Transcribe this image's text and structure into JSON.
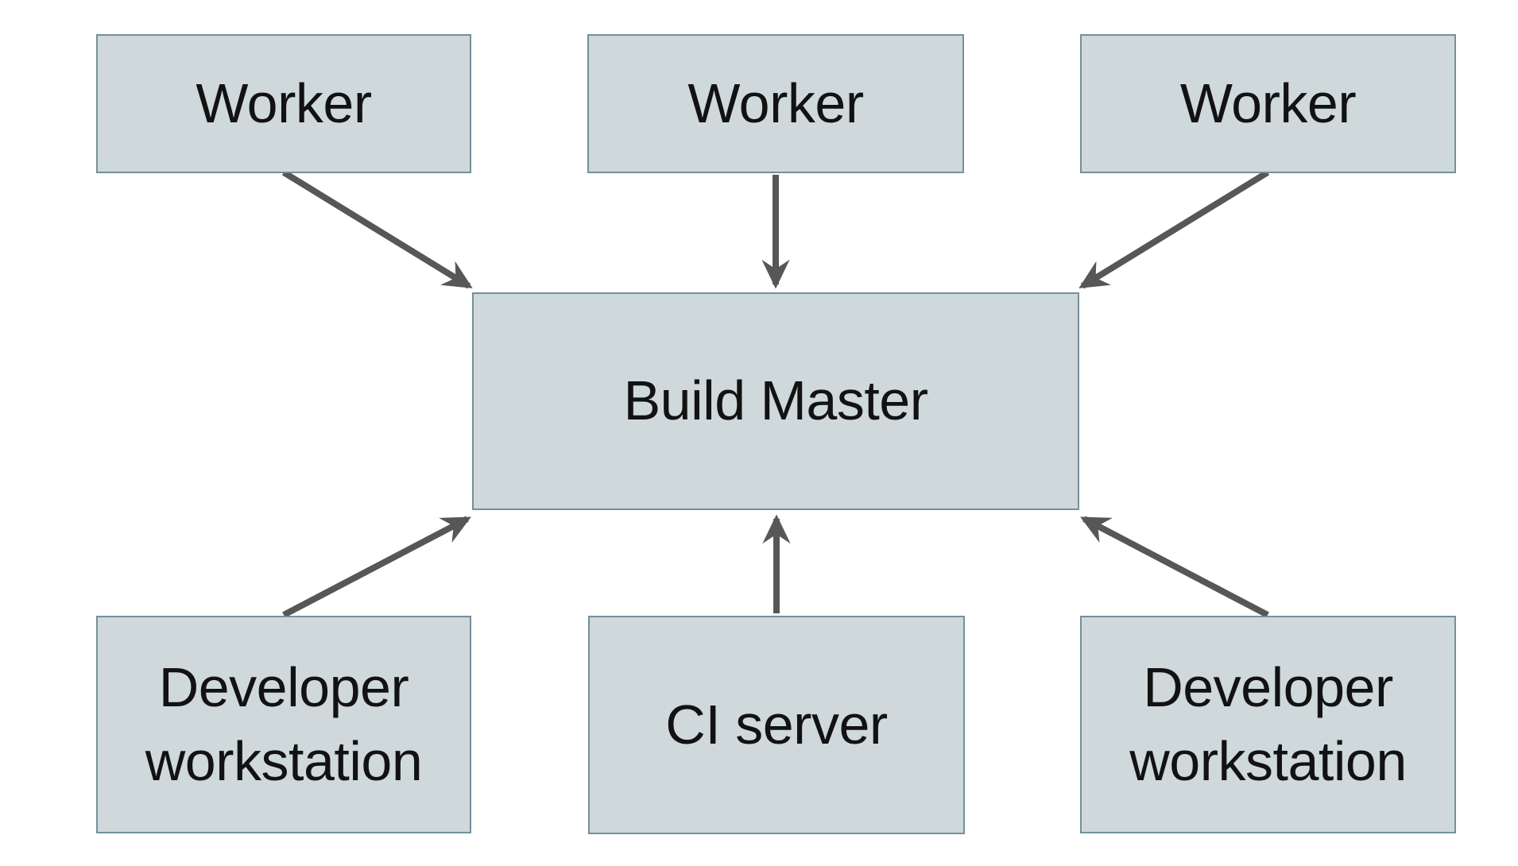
{
  "diagram": {
    "type": "architecture-diagram",
    "description": "Distributed build system: three Worker nodes report to a central Build Master; two Developer workstations and a CI server submit to the Build Master.",
    "nodes": [
      {
        "id": "worker-1",
        "label": "Worker",
        "row": "top"
      },
      {
        "id": "worker-2",
        "label": "Worker",
        "row": "top"
      },
      {
        "id": "worker-3",
        "label": "Worker",
        "row": "top"
      },
      {
        "id": "build-master",
        "label": "Build Master",
        "row": "middle"
      },
      {
        "id": "developer-workstation-left",
        "label": "Developer workstation",
        "row": "bottom"
      },
      {
        "id": "ci-server",
        "label": "CI server",
        "row": "bottom"
      },
      {
        "id": "developer-workstation-right",
        "label": "Developer workstation",
        "row": "bottom"
      }
    ],
    "edges": [
      {
        "from": "worker-1",
        "to": "build-master"
      },
      {
        "from": "worker-2",
        "to": "build-master"
      },
      {
        "from": "worker-3",
        "to": "build-master"
      },
      {
        "from": "developer-workstation-left",
        "to": "build-master"
      },
      {
        "from": "ci-server",
        "to": "build-master"
      },
      {
        "from": "developer-workstation-right",
        "to": "build-master"
      }
    ],
    "colors": {
      "background": "#ffffff",
      "node_fill": "#cfd8da",
      "node_border": "#73909c",
      "arrow": "#575757",
      "text": "#121212"
    }
  }
}
